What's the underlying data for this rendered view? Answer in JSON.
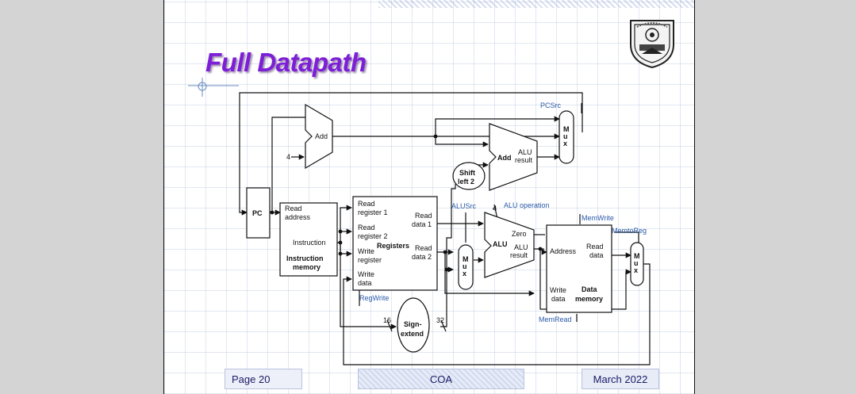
{
  "slide": {
    "title": "Full Datapath",
    "footer": {
      "page": "Page 20",
      "course": "COA",
      "date": "March 2022"
    }
  },
  "diagram": {
    "pc": "PC",
    "add_top": "Add",
    "const_4": "4",
    "pcsrc": "PCSrc",
    "mux_letters": [
      "M",
      "u",
      "x"
    ],
    "add_branch": "Add",
    "alu_result_1": "ALU",
    "alu_result_2": "result",
    "shift_1": "Shift",
    "shift_2": "left 2",
    "imem": {
      "read_address_1": "Read",
      "read_address_2": "address",
      "instruction": "Instruction",
      "title_1": "Instruction",
      "title_2": "memory"
    },
    "regs": {
      "read_reg1_1": "Read",
      "read_reg1_2": "register 1",
      "read_reg2_1": "Read",
      "read_reg2_2": "register 2",
      "write_reg_1": "Write",
      "write_reg_2": "register",
      "write_data_1": "Write",
      "write_data_2": "data",
      "read_data1_1": "Read",
      "read_data1_2": "data 1",
      "read_data2_1": "Read",
      "read_data2_2": "data 2",
      "title": "Registers"
    },
    "regwrite": "RegWrite",
    "alusrc": "ALUSrc",
    "alu_op_width": "4",
    "alu_operation": "ALU operation",
    "alu": {
      "label": "ALU",
      "zero": "Zero",
      "result_1": "ALU",
      "result_2": "result"
    },
    "memwrite": "MemWrite",
    "memtoreg": "MemtoReg",
    "dmem": {
      "address": "Address",
      "read_1": "Read",
      "read_2": "data",
      "write_1": "Write",
      "write_2": "data",
      "title_1": "Data",
      "title_2": "memory"
    },
    "memread": "MemRead",
    "sign_1": "Sign-",
    "sign_2": "extend",
    "bits_16": "16",
    "bits_32": "32"
  }
}
